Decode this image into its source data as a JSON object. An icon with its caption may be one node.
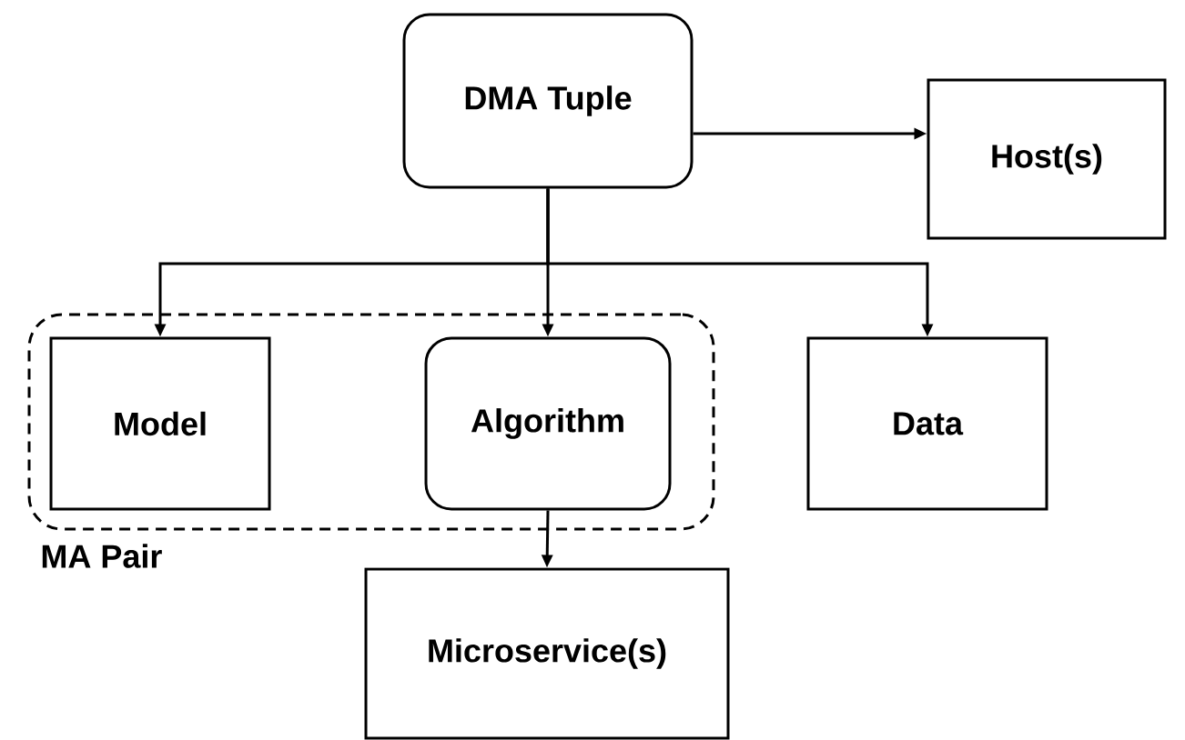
{
  "diagram": {
    "nodes": [
      {
        "text": [
          "DMA Tuple"
        ]
      },
      {
        "text": [
          "Host(s)"
        ]
      },
      {
        "text": [
          "MA Pair"
        ]
      },
      {
        "text": [
          "Model"
        ],
        "in": 2
      },
      {
        "text": [
          "Algorithm"
        ],
        "in": 2
      },
      {
        "text": [
          "Data"
        ]
      },
      {
        "text": [
          "Microservice(s)"
        ]
      }
    ],
    "edges": [
      {
        "from": 0,
        "to": 1,
        "arrow": "to"
      },
      {
        "from": 0,
        "to": 3,
        "arrow": "to"
      },
      {
        "from": 0,
        "to": 4,
        "arrow": "to"
      },
      {
        "from": 0,
        "to": 5,
        "arrow": "to"
      },
      {
        "from": 4,
        "to": 6,
        "arrow": "to"
      }
    ]
  }
}
